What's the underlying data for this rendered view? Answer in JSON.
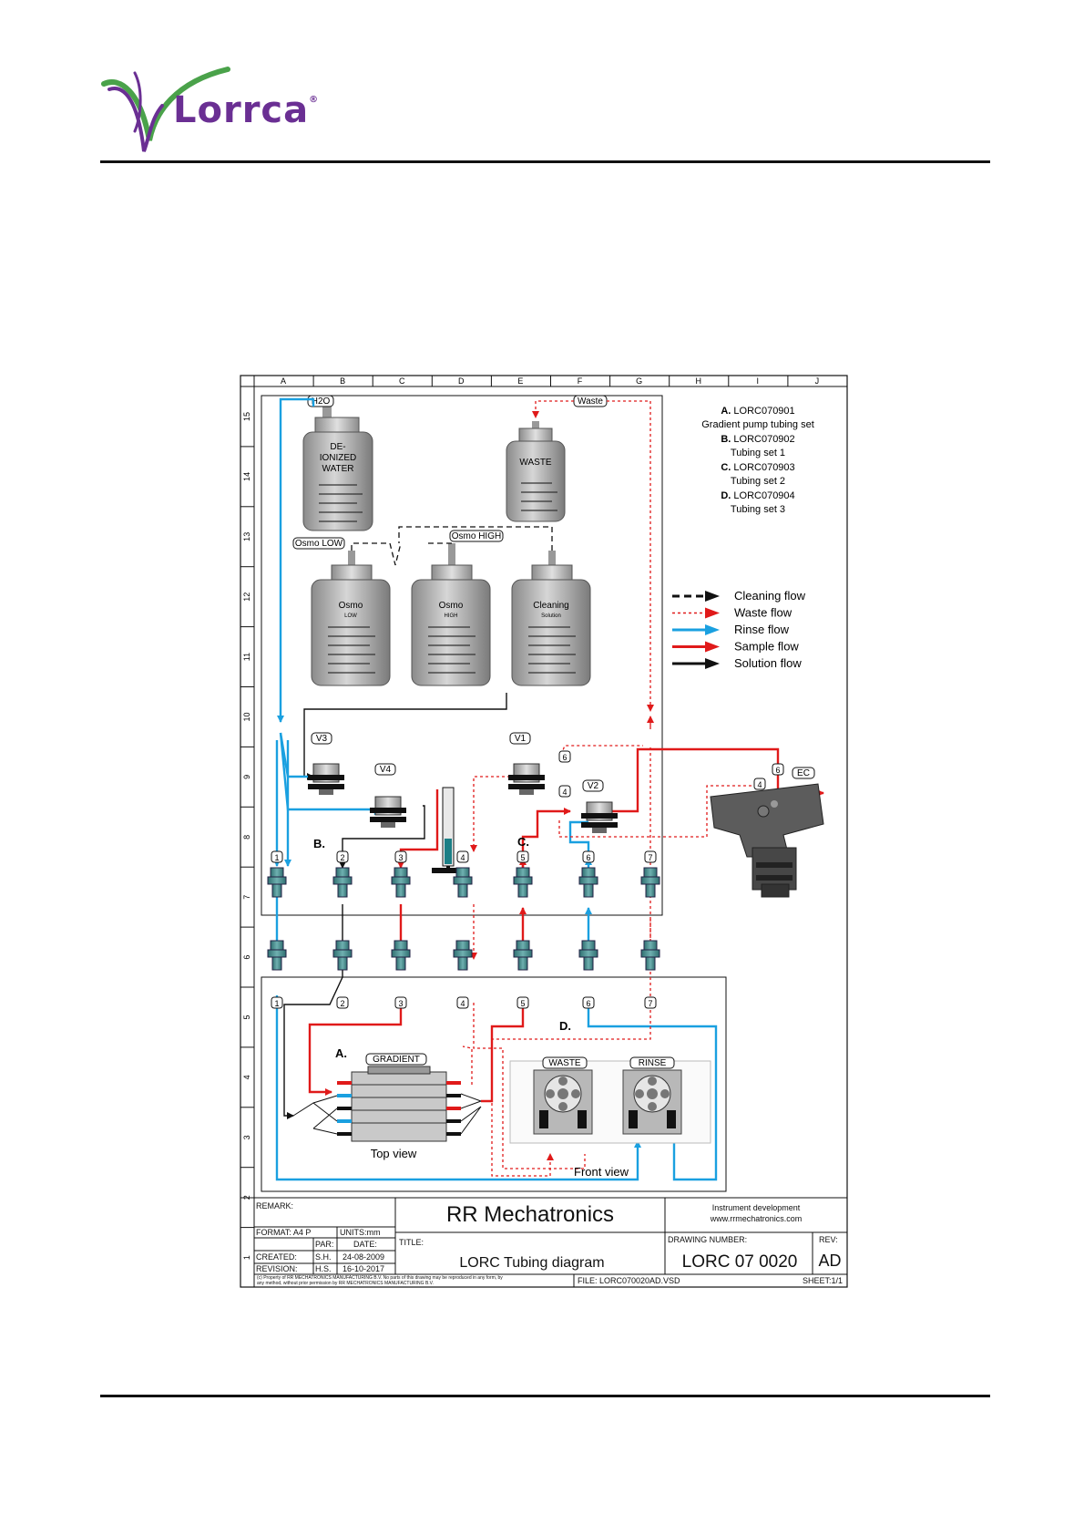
{
  "brand": {
    "name": "Lorrca",
    "mark": "®"
  },
  "colors": {
    "rinse": "#1aa0e0",
    "sample": "#e01a1a",
    "waste": "#e01a1a",
    "cleaning": "#111111",
    "solution": "#111111",
    "logo_purple": "#6a2f93",
    "logo_green": "#4aa24a"
  },
  "grid": {
    "columns": [
      "A",
      "B",
      "C",
      "D",
      "E",
      "F",
      "G",
      "H",
      "I",
      "J"
    ],
    "rows": [
      "15",
      "14",
      "13",
      "12",
      "11",
      "10",
      "9",
      "8",
      "7",
      "6",
      "5",
      "4",
      "3",
      "2",
      "1"
    ]
  },
  "bottles": {
    "deionized": [
      "DE-",
      "IONIZED",
      "WATER"
    ],
    "waste": "WASTE",
    "osmo_low": [
      "Osmo",
      "LOW"
    ],
    "osmo_high": [
      "Osmo",
      "HIGH"
    ],
    "cleaning": [
      "Cleaning",
      "Solution"
    ]
  },
  "tags": {
    "h2o": "H2O",
    "waste": "Waste",
    "osmo_low": "Osmo LOW",
    "osmo_high": "Osmo HIGH",
    "v1": "V1",
    "v2": "V2",
    "v3": "V3",
    "v4": "V4",
    "ec": "EC",
    "gradient": "GRADIENT",
    "pump_waste": "WASTE",
    "pump_rinse": "RINSE"
  },
  "numbers": [
    "1",
    "2",
    "3",
    "4",
    "5",
    "6",
    "7"
  ],
  "small_numbers": {
    "v1_6": "6",
    "v1_4": "4",
    "ec_6": "6",
    "ec_4": "4"
  },
  "section_labels": {
    "a": "A.",
    "b": "B.",
    "c": "C.",
    "d": "D."
  },
  "captions": {
    "top_view": "Top view",
    "front_view": "Front view"
  },
  "tubing_sets": [
    {
      "code": "A.",
      "part": "LORC070901",
      "desc": "Gradient pump tubing set"
    },
    {
      "code": "B.",
      "part": "LORC070902",
      "desc": "Tubing set 1"
    },
    {
      "code": "C.",
      "part": "LORC070903",
      "desc": "Tubing set 2"
    },
    {
      "code": "D.",
      "part": "LORC070904",
      "desc": "Tubing set 3"
    }
  ],
  "legend": [
    {
      "label": "Cleaning flow",
      "color": "#111111",
      "style": "dashed"
    },
    {
      "label": "Waste flow",
      "color": "#e01a1a",
      "style": "dotted"
    },
    {
      "label": "Rinse flow",
      "color": "#1aa0e0",
      "style": "solid"
    },
    {
      "label": "Sample flow",
      "color": "#e01a1a",
      "style": "solid"
    },
    {
      "label": "Solution flow",
      "color": "#111111",
      "style": "solid"
    }
  ],
  "title_block": {
    "remark": "REMARK:",
    "company": "RR Mechatronics",
    "instrument": "Instrument development",
    "website": "www.rrmechatronics.com",
    "format": "FORMAT: A4 P",
    "units": "UNITS:mm",
    "par_label": "PAR:",
    "date_label": "DATE:",
    "created_label": "CREATED:",
    "created_par": "S.H.",
    "created_date": "24-08-2009",
    "revision_label": "REVISION:",
    "revision_par": "H.S.",
    "revision_date": "16-10-2017",
    "title_label": "TITLE:",
    "title": "LORC Tubing diagram",
    "drawing_number_label": "DRAWING NUMBER:",
    "drawing_number": "LORC 07 0020",
    "rev_label": "REV:",
    "rev": "AD",
    "copyright_1": "(c) Property of RR MECHATRONICS MANUFACTURING B.V. No parts of this drawing may be reproduced in any form, by",
    "copyright_2": "any method, without prior permission by RR MECHATRONICS MANUFACTURING B.V.",
    "file": "FILE: LORC070020AD.VSD",
    "sheet": "SHEET:1/1"
  }
}
